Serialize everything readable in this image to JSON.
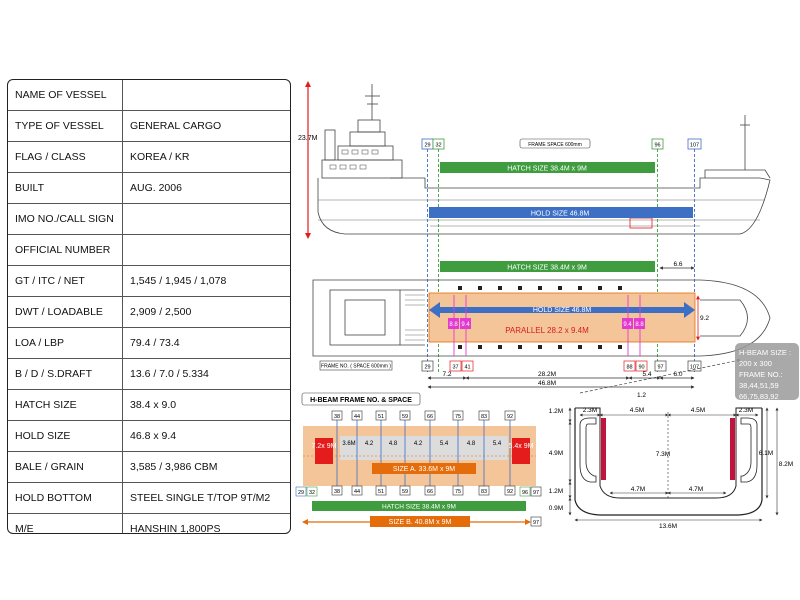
{
  "specs": [
    {
      "label": "NAME OF VESSEL",
      "value": ""
    },
    {
      "label": "TYPE OF VESSEL",
      "value": "GENERAL CARGO"
    },
    {
      "label": "FLAG / CLASS",
      "value": "KOREA / KR"
    },
    {
      "label": "BUILT",
      "value": "AUG. 2006"
    },
    {
      "label": "IMO NO./CALL SIGN",
      "value": ""
    },
    {
      "label": "OFFICIAL NUMBER",
      "value": ""
    },
    {
      "label": "GT / ITC / NET",
      "value": "1,545 / 1,945 / 1,078"
    },
    {
      "label": "DWT / LOADABLE",
      "value": "2,909 / 2,500"
    },
    {
      "label": "LOA / LBP",
      "value": "79.4 / 73.4"
    },
    {
      "label": "B / D / S.DRAFT",
      "value": "13.6 / 7.0 / 5.334"
    },
    {
      "label": "HATCH SIZE",
      "value": "38.4 x 9.0"
    },
    {
      "label": "HOLD SIZE",
      "value": "46.8 x 9.4"
    },
    {
      "label": "BALE / GRAIN",
      "value": "3,585 / 3,986 CBM"
    },
    {
      "label": "HOLD BOTTOM",
      "value": "STEEL SINGLE T/TOP 9T/M2"
    },
    {
      "label": "M/E",
      "value": "HANSHIN 1,800PS"
    }
  ],
  "profile": {
    "height_label": "23.7M",
    "frame_space": "FRAME SPACE 600mm",
    "frames": [
      "29",
      "32",
      "96",
      "107"
    ],
    "hatch_label": "HATCH SIZE 38.4M x 9M",
    "hold_label": "HOLD SIZE 46.8M"
  },
  "plan": {
    "hatch_label": "HATCH SIZE 38.4M x 9M",
    "aft_dim": "6.6",
    "hold_label": "HOLD SIZE 46.8M",
    "parallel_label": "PARALLEL 28.2 x 9.4M",
    "side_boxes": [
      "8.8",
      "9.4",
      "9.4",
      "8.8"
    ],
    "beam": "9.2",
    "frame_no_label": "FRAME NO. ( SPACE 600mm )",
    "frames": [
      "29",
      "37",
      "41",
      "88",
      "90",
      "97",
      "107"
    ],
    "dims": [
      "7.2",
      "28.2M",
      "5.4",
      "6.0"
    ],
    "total": "46.8M"
  },
  "hbeam": {
    "title": "H-BEAM FRAME NO. & SPACE",
    "frames": [
      "38",
      "44",
      "51",
      "59",
      "66",
      "75",
      "83",
      "92"
    ],
    "spaces": [
      "3.6M",
      "4.2",
      "4.8",
      "4.2",
      "5.4",
      "4.8",
      "5.4"
    ],
    "aft_box": "7.2x 9M",
    "fwd_box": "5.4x 9M",
    "size_a": "SIZE A. 33.6M x 9M",
    "left_frames": [
      "29",
      "32"
    ],
    "right_frames": [
      "96",
      "97"
    ],
    "hatch_label": "HATCH SIZE 38.4M x 9M",
    "size_b": "SIZE B. 40.8M x 9M",
    "size_b_frame": "97"
  },
  "section": {
    "callout_top": "1.2",
    "dims_top": [
      "2.3M",
      "4.5M",
      "4.5M",
      "2.3M"
    ],
    "left_heights": [
      "1.2M",
      "4.9M",
      "1.2M",
      "0.9M"
    ],
    "inner_height": "7.3M",
    "right_heights": [
      "6.1M",
      "8.2M"
    ],
    "bottom_dims": [
      "4.7M",
      "4.7M"
    ],
    "breadth": "13.6M",
    "note": {
      "l1": "H-BEAM SIZE :",
      "l2": "200 x 300",
      "l3": "FRAME NO.:",
      "l4": "38,44,51,59",
      "l5": "66,75,83,92"
    }
  },
  "colors": {
    "hatch": "#3f9d3f",
    "hold": "#3d6fc4",
    "red": "#e51c1c",
    "orange": "#e46c0a",
    "magenta": "#e23bd1",
    "hold_fill": "#f5c59a"
  }
}
